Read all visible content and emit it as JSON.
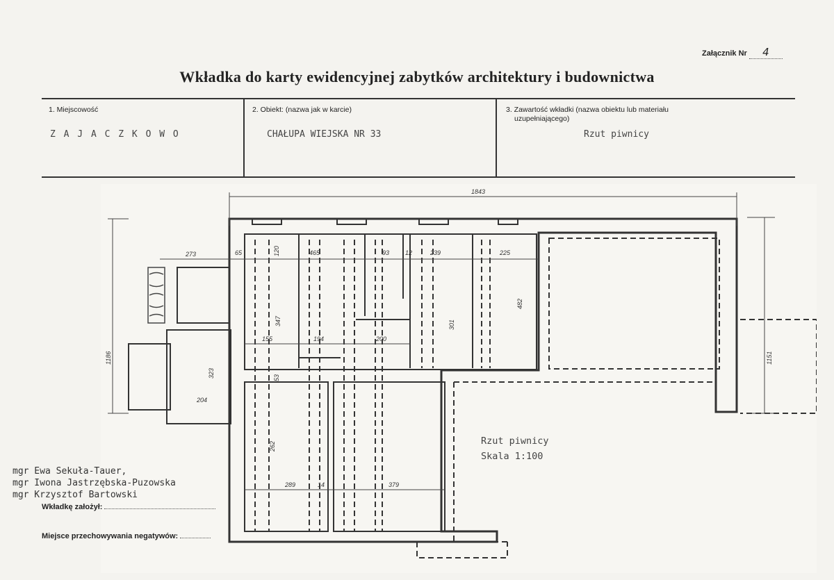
{
  "annex": {
    "label": "Załącznik Nr",
    "number": "4"
  },
  "title": "Wkładka do karty ewidencyjnej zabytków architektury i budownictwa",
  "fields": {
    "place": {
      "label": "1. Miejscowość",
      "value": "Z A J A C Z K O W O"
    },
    "object": {
      "label": "2. Obiekt: (nazwa jak w karcie)",
      "value": "CHAŁUPA WIEJSKA NR 33"
    },
    "contents": {
      "label_line1": "3. Zawartość wkładki (nazwa obiektu lub materiału",
      "label_line2": "uzupełniającego)",
      "value": "Rzut piwnicy"
    }
  },
  "plan": {
    "caption": "Rzut piwnicy",
    "scale": "Skala 1:100",
    "dimensions": {
      "overall_width": "1843",
      "overall_height_left": "1186",
      "overall_height_right": "1151",
      "d273": "273",
      "d65": "65",
      "d120": "120",
      "d465": "465",
      "d93": "93",
      "d12": "12",
      "d239": "239",
      "d225": "225",
      "d347": "347",
      "d301": "301",
      "d482": "482",
      "d155": "155",
      "d194": "194",
      "d200": "200",
      "d53": "53",
      "d323": "323",
      "d204": "204",
      "d262": "262",
      "d289": "289",
      "d14": "14",
      "d379": "379"
    }
  },
  "credits": {
    "authors": [
      "mgr Ewa Sekuła-Tauer,",
      "mgr Iwona Jastrzębska-Puzowska",
      "mgr Krzysztof Bartowski"
    ],
    "created_by_label": "Wkładkę założył:",
    "negatives_label": "Miejsce przechowywania negatywów:"
  }
}
